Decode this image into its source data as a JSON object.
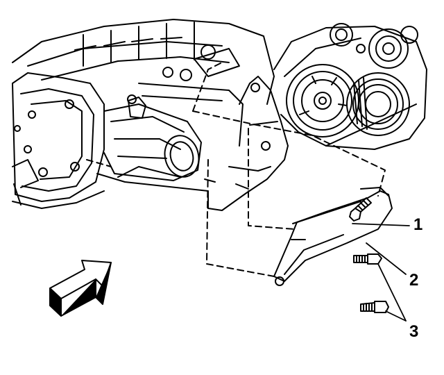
{
  "callouts": {
    "c1": "1",
    "c2": "2",
    "c3": "3"
  },
  "colors": {
    "line": "#000000",
    "background": "#ffffff"
  },
  "icons": {
    "direction": "arrow-right-up-icon"
  }
}
